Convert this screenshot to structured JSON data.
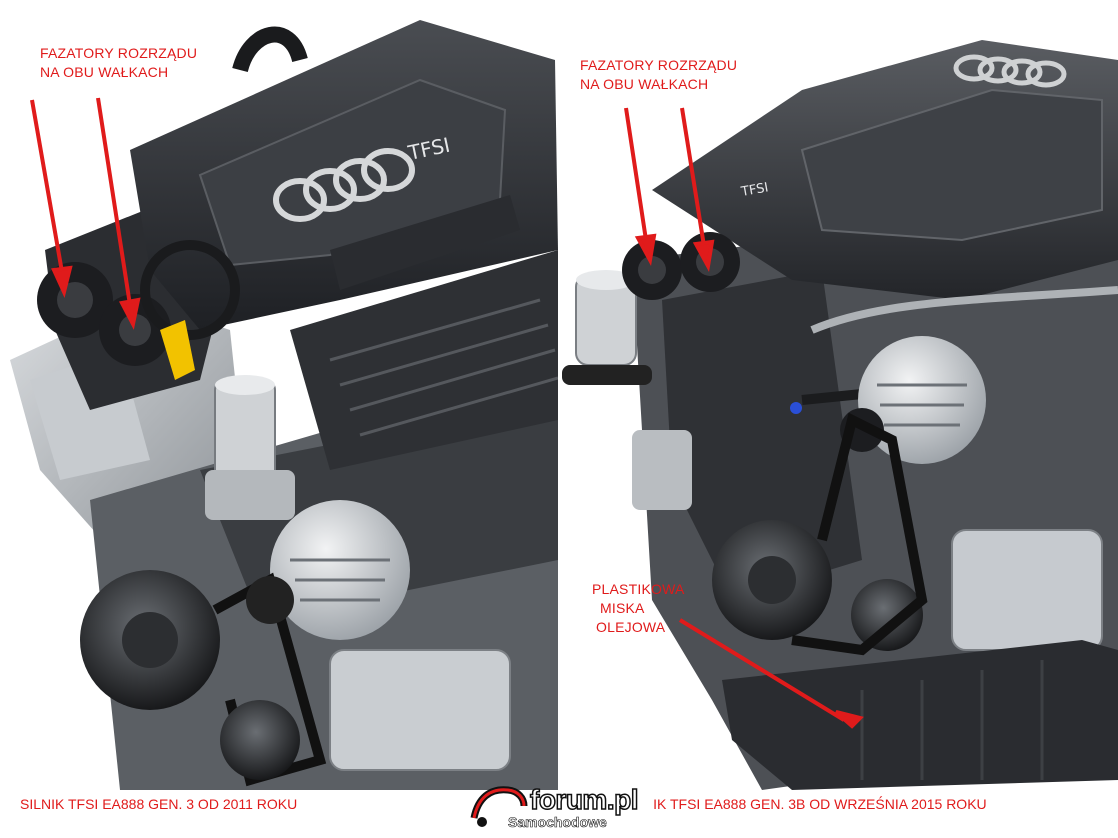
{
  "left": {
    "label_line1": "FAZATORY ROZRZĄDU",
    "label_line2": "NA OBU WAŁKACH",
    "cover_badge": "TFSI",
    "caption": "SILNIK TFSI EA888 GEN. 3 OD 2011 ROKU"
  },
  "right": {
    "label_line1": "FAZATORY ROZRZĄDU",
    "label_line2": "NA OBU WAŁKACH",
    "cover_badge": "TFSI",
    "oilpan_line1": "PLASTIKOWA",
    "oilpan_line2": "MISKA",
    "oilpan_line3": "OLEJOWA",
    "caption": "SILNIK TFSI EA888 GEN. 3B OD WRZEŚNIA 2015 ROKU"
  },
  "watermark": {
    "main": "forum.pl",
    "sub": "Samochodowe"
  },
  "colors": {
    "annotation_red": "#e01b1b",
    "oil_cap_yellow": "#f2c200",
    "coolant_blue": "#2a4fd6"
  }
}
